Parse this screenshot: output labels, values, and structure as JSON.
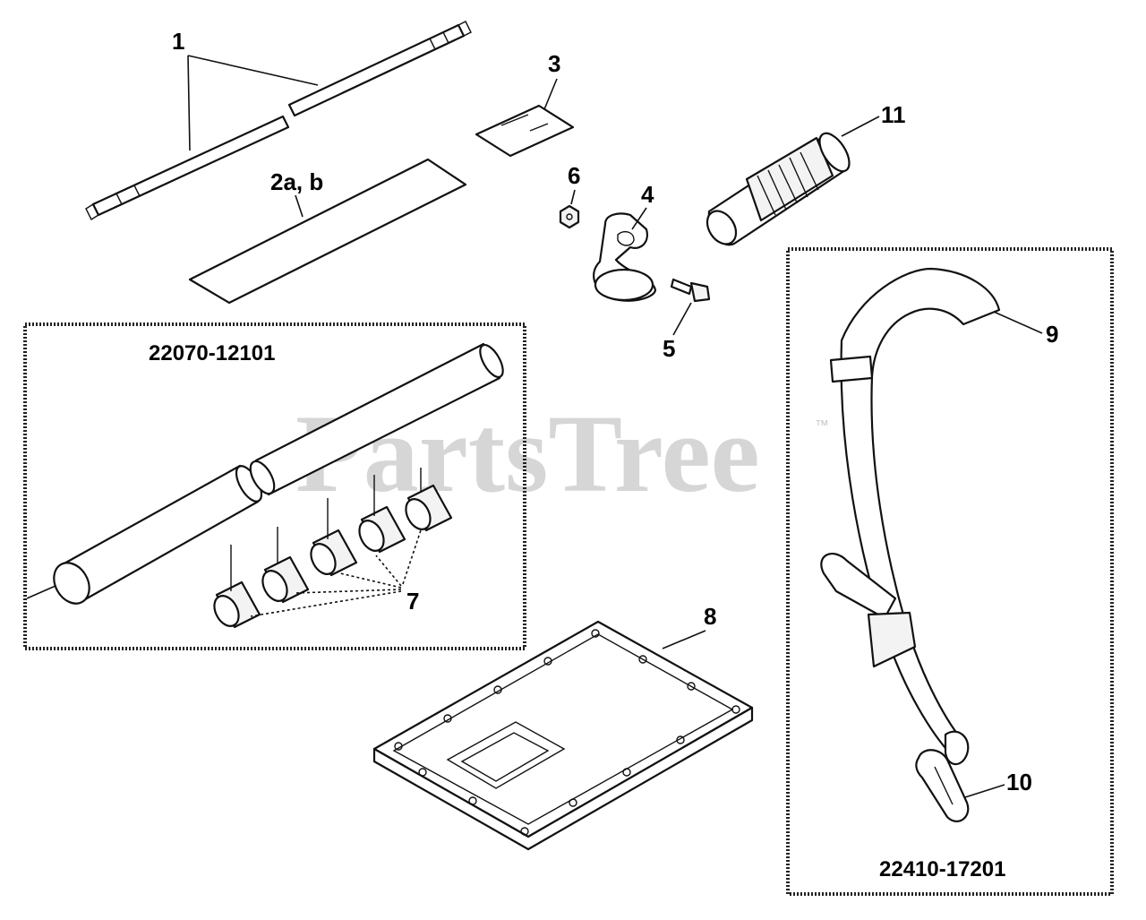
{
  "watermark": {
    "brand": "PartsTree",
    "trademark": "™"
  },
  "callouts": [
    {
      "id": "1",
      "text": "1"
    },
    {
      "id": "2",
      "text": "2a, b"
    },
    {
      "id": "3",
      "text": "3"
    },
    {
      "id": "4",
      "text": "4"
    },
    {
      "id": "5",
      "text": "5"
    },
    {
      "id": "6",
      "text": "6"
    },
    {
      "id": "7",
      "text": "7"
    },
    {
      "id": "8",
      "text": "8"
    },
    {
      "id": "9",
      "text": "9"
    },
    {
      "id": "10",
      "text": "10"
    },
    {
      "id": "11",
      "text": "11"
    }
  ],
  "kits": [
    {
      "id": "shaft-kit",
      "part_number": "22070-12101"
    },
    {
      "id": "harness-kit",
      "part_number": "22410-17201"
    }
  ],
  "colors": {
    "line": "#111111",
    "watermark": "#c9c9c9",
    "background": "#ffffff"
  }
}
